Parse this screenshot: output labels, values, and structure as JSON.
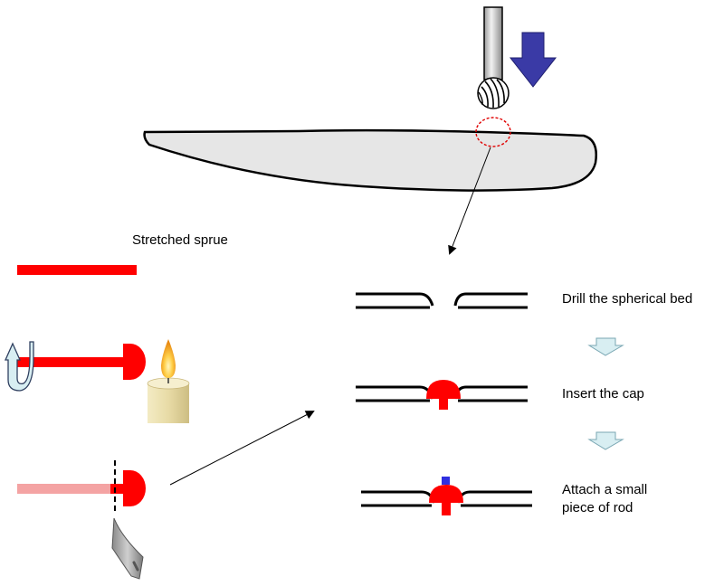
{
  "labels": {
    "stretched_sprue": "Stretched sprue",
    "drill_bed": "Drill the spherical bed",
    "insert_cap": "Insert the cap",
    "attach_rod_line1": "Attach a small",
    "attach_rod_line2": "piece of rod"
  },
  "colors": {
    "sprue_red": "#ff0000",
    "cut_sprue_pink": "#f4a3a3",
    "direction_arrow_blue": "#3a3aa6",
    "rod_blue": "#2f2fe0",
    "wing_fill": "#e6e6e6",
    "step_arrow_fill": "#d8eef2",
    "candle_wax": "#e8dba6",
    "flame_orange": "#f3a41e"
  },
  "icons": {
    "drill_bit": "drill-bit-icon",
    "press_direction": "down-arrow-icon",
    "rotate": "rotate-arrow-icon",
    "heat_source": "candle-icon",
    "cutter": "hobby-knife-icon",
    "next_step": "down-arrow-icon"
  }
}
